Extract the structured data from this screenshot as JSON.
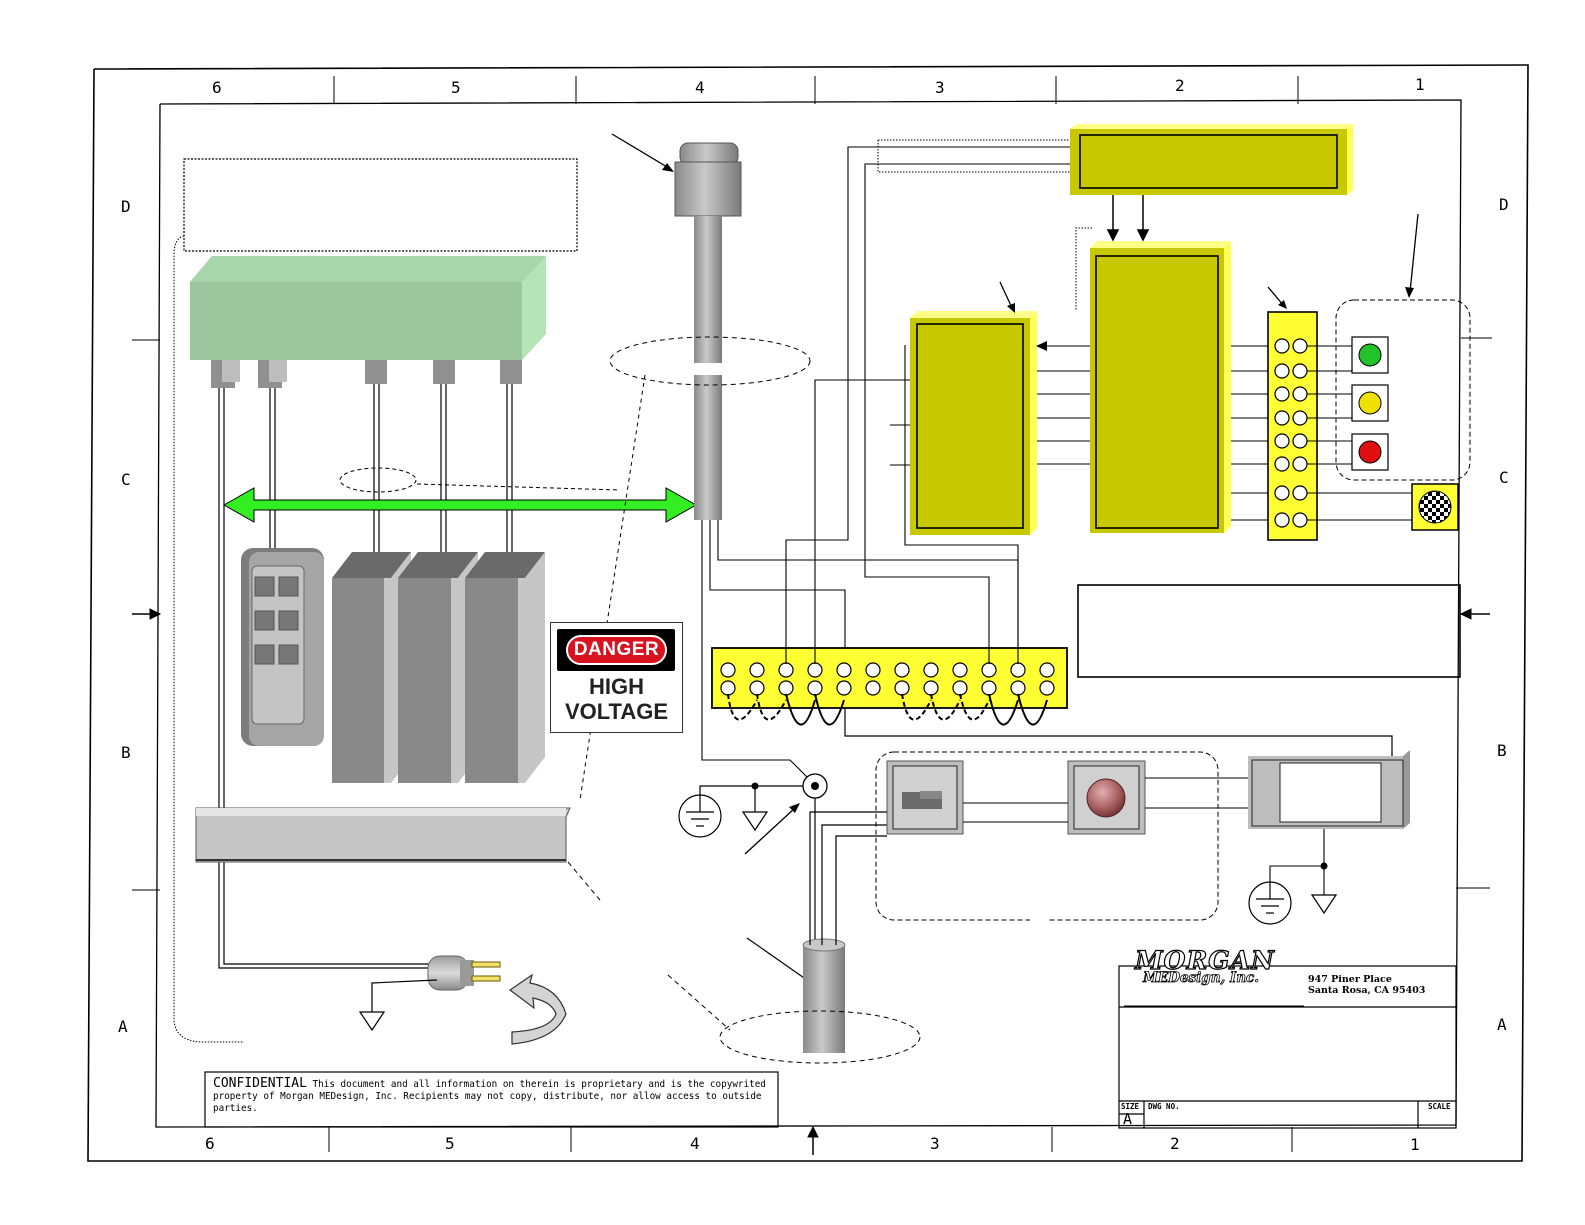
{
  "sheet": {
    "zones_top": [
      "6",
      "5",
      "4",
      "3",
      "2",
      "1"
    ],
    "zones_bottom": [
      "6",
      "5",
      "4",
      "3",
      "2",
      "1"
    ],
    "zones_left": [
      "D",
      "C",
      "B",
      "A"
    ],
    "zones_right": [
      "D",
      "C",
      "B",
      "A"
    ]
  },
  "danger_sign": {
    "header": "DANGER",
    "line1": "HIGH",
    "line2": "VOLTAGE"
  },
  "indicators": [
    {
      "name": "green-lamp",
      "color": "#22c22a"
    },
    {
      "name": "yellow-lamp",
      "color": "#f0e000"
    },
    {
      "name": "red-lamp",
      "color": "#e01010"
    }
  ],
  "colors": {
    "module_yellow": "#c8c800",
    "terminal_yellow": "#ffff33",
    "power_supply_green": "#9cc79e",
    "arrow_green": "#33ee22"
  },
  "title_block": {
    "company_line1": "MORGAN",
    "company_line2": "MEDesign, Inc.",
    "address_line1": "947 Piner Place",
    "address_line2": "Santa Rosa, CA 95403",
    "size_label": "SIZE",
    "size_value": "A",
    "dwg_label": "DWG NO.",
    "scale_label": "SCALE"
  },
  "confidential": {
    "heading": "CONFIDENTIAL",
    "text": "This document and all information on therein is proprietary and is the copywrited property of Morgan MEDesign, Inc. Recipients may not copy, distribute, nor allow access to outside parties."
  }
}
